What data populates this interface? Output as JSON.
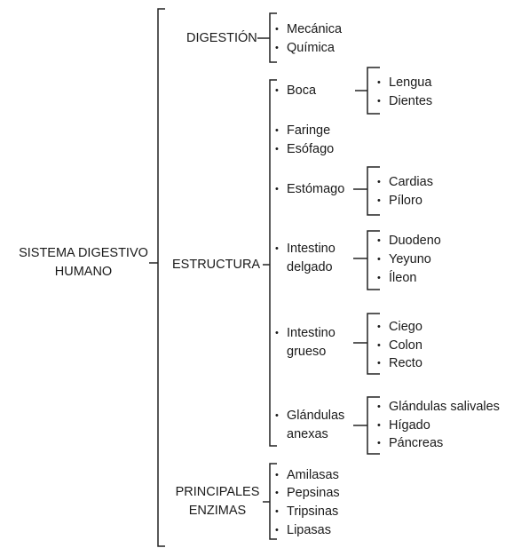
{
  "root": {
    "line1": "SISTEMA DIGESTIVO",
    "line2": "HUMANO"
  },
  "digestion": {
    "label": "DIGESTIÓN",
    "items": [
      "Mecánica",
      "Química"
    ]
  },
  "estructura": {
    "label": "ESTRUCTURA",
    "items": [
      {
        "label": "Boca",
        "children": [
          "Lengua",
          "Dientes"
        ]
      },
      {
        "label": "Faringe"
      },
      {
        "label": "Esófago"
      },
      {
        "label": "Estómago",
        "children": [
          "Cardias",
          "Píloro"
        ]
      },
      {
        "label_line1": "Intestino",
        "label_line2": "delgado",
        "children": [
          "Duodeno",
          "Yeyuno",
          "Íleon"
        ]
      },
      {
        "label_line1": "Intestino",
        "label_line2": "grueso",
        "children": [
          "Ciego",
          "Colon",
          "Recto"
        ]
      },
      {
        "label_line1": "Glándulas",
        "label_line2": "anexas",
        "children": [
          "Glándulas salivales",
          "Hígado",
          "Páncreas"
        ]
      }
    ]
  },
  "enzimas": {
    "label_line1": "PRINCIPALES",
    "label_line2": "ENZIMAS",
    "items": [
      "Amilasas",
      "Pepsinas",
      "Tripsinas",
      "Lipasas"
    ]
  }
}
